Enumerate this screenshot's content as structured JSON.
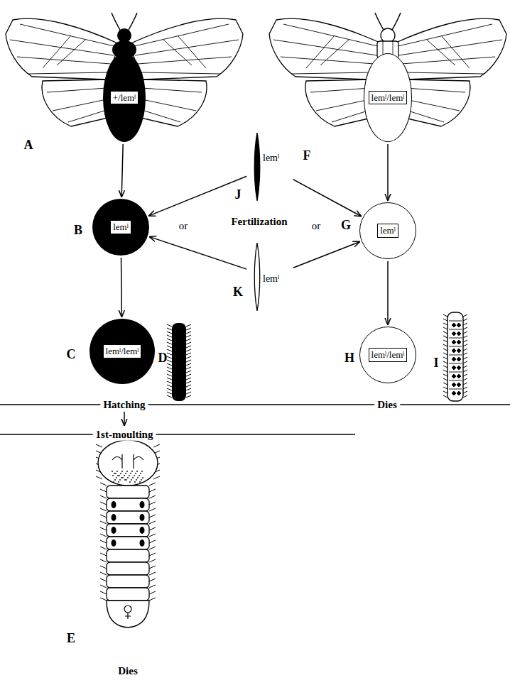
{
  "diagram": {
    "nodes": [
      {
        "text": [
          "+/lemˡ"
        ]
      },
      {
        "text": [
          "lemˡ/lemˡ"
        ]
      },
      {
        "text": [
          "lemˡ"
        ]
      },
      {
        "text": [
          "lemˡ"
        ]
      },
      {
        "text": [
          "lemˡ/lemˡ"
        ]
      },
      {
        "text": [
          "lemˡ/lemˡ"
        ]
      },
      {
        "text": [
          "lemˡ"
        ]
      },
      {
        "text": [
          "lemˡ"
        ]
      }
    ],
    "edges": [
      {
        "from": 0,
        "to": 2,
        "arrow": "to"
      },
      {
        "from": 1,
        "to": 3,
        "arrow": "to"
      },
      {
        "from": 6,
        "to": 2,
        "arrow": "to"
      },
      {
        "from": 6,
        "to": 3,
        "arrow": "to"
      },
      {
        "from": 7,
        "to": 2,
        "arrow": "to"
      },
      {
        "from": 7,
        "to": 3,
        "arrow": "to"
      },
      {
        "from": 2,
        "to": 4,
        "arrow": "to"
      },
      {
        "from": 3,
        "to": 5,
        "arrow": "to"
      }
    ],
    "labels": [
      "A",
      "F",
      "J",
      "or",
      "Fertilization",
      "or",
      "B",
      "G",
      "K",
      "C",
      "D",
      "H",
      "I",
      "Hatching",
      "Dies",
      "1st-moulting",
      "E",
      "Dies"
    ]
  }
}
